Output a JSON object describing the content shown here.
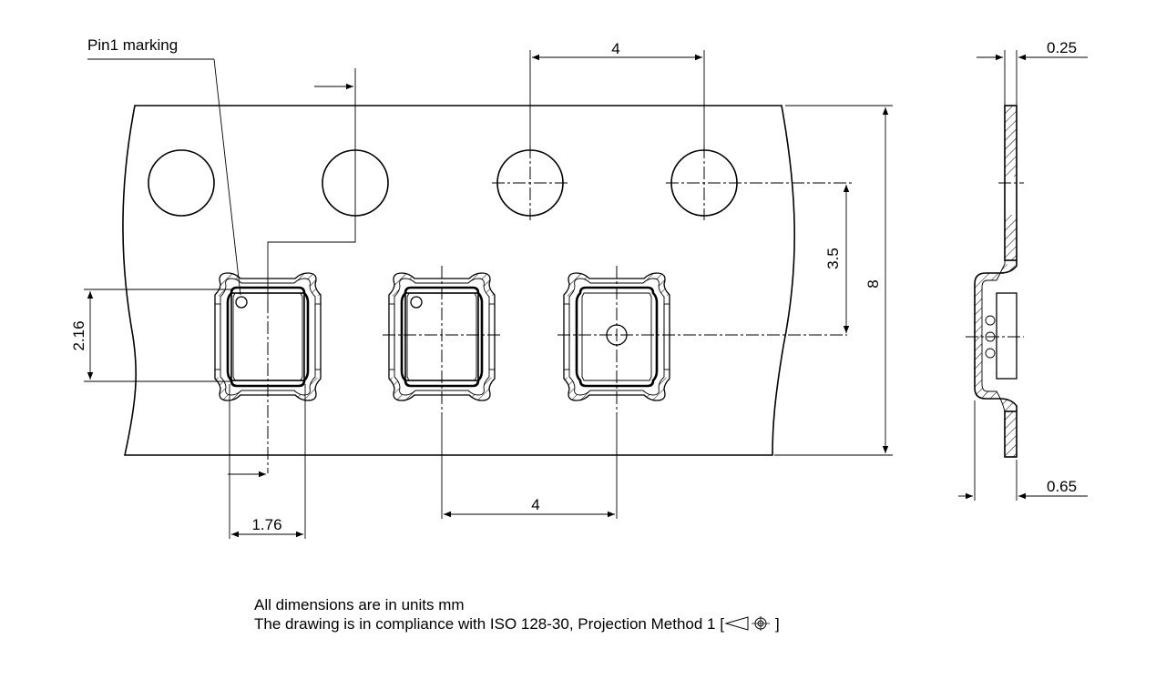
{
  "labels": {
    "pin1_marking": "Pin1 marking",
    "pitch_top": "4",
    "pitch_bottom": "4",
    "hole_to_cavity": "3.5",
    "tape_width": "8",
    "cavity_height": "2.16",
    "cavity_width": "1.76",
    "tape_thickness": "0.25",
    "cavity_depth": "0.65"
  },
  "notes": {
    "units": "All dimensions are in units mm",
    "compliance_prefix": "The drawing is in compliance with ISO 128-30, Projection Method 1 [",
    "compliance_suffix": "]"
  },
  "icons": {
    "projection_symbol": "first-angle-projection-icon"
  }
}
